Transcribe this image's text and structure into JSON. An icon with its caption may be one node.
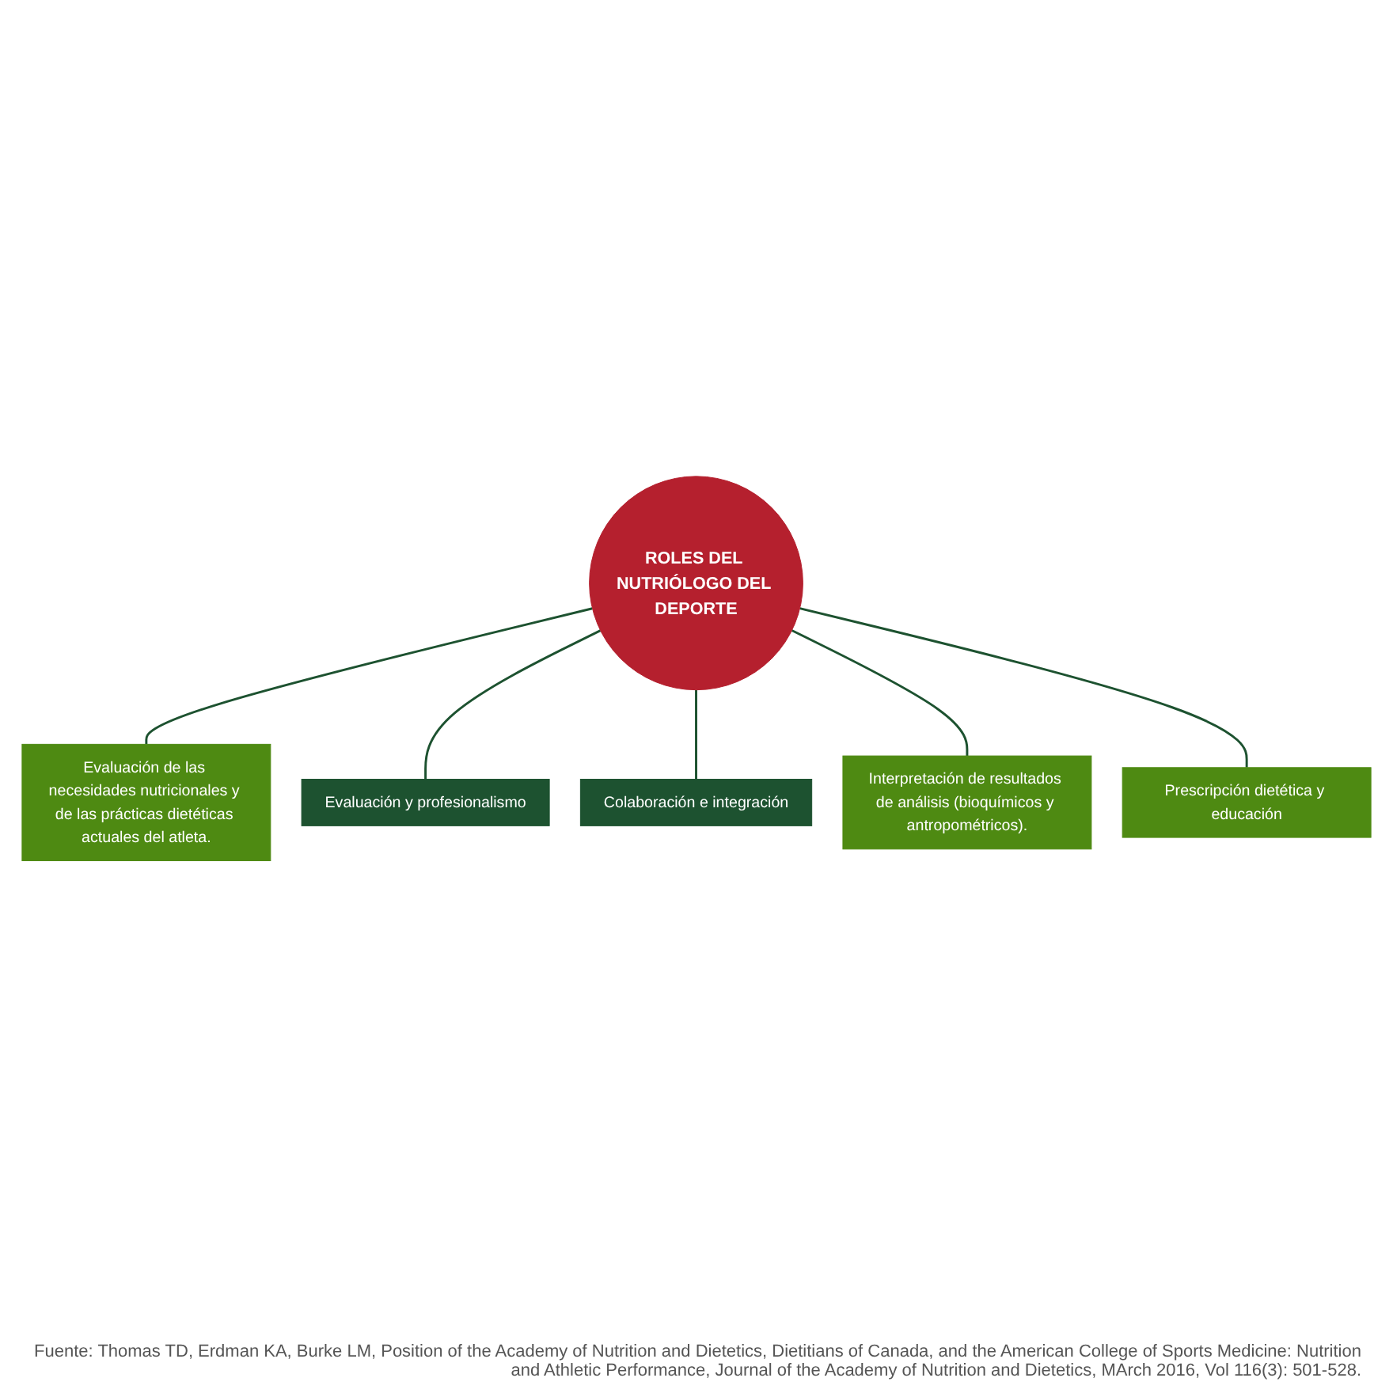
{
  "diagram": {
    "nodes": [
      {
        "text": [
          "Evaluación de las necesidades nutricionales y de las prácticas dietéticas actuales del atleta."
        ]
      },
      {
        "text": [
          "Evaluación y profesionalismo"
        ]
      },
      {
        "text": [
          "ROLES DEL NUTRIÓLOGO DEL DEPORTE"
        ]
      },
      {
        "text": [
          "Colaboración e integración"
        ]
      },
      {
        "text": [
          "Interpretación de resultados de análisis (bioquímicos y antropométricos)."
        ]
      },
      {
        "text": [
          "Prescripción dietética y educación"
        ]
      }
    ],
    "edges": [
      {
        "from": 2,
        "to": 0,
        "arrow": "none"
      },
      {
        "from": 2,
        "to": 1,
        "arrow": "none"
      },
      {
        "from": 2,
        "to": 3,
        "arrow": "none"
      },
      {
        "from": 2,
        "to": 4,
        "arrow": "none"
      },
      {
        "from": 2,
        "to": 5,
        "arrow": "none"
      }
    ],
    "labels": [
      "Fuente: Thomas TD, Erdman KA, Burke LM, Position of the Academy of Nutrition and Dietetics, Dietitians of Canada, and the American College of Sports Medicine: Nutrition and Athletic Performance, Journal of the Academy of Nutrition and Dietetics, MArch 2016,  Vol 116(3): 501-528."
    ]
  }
}
